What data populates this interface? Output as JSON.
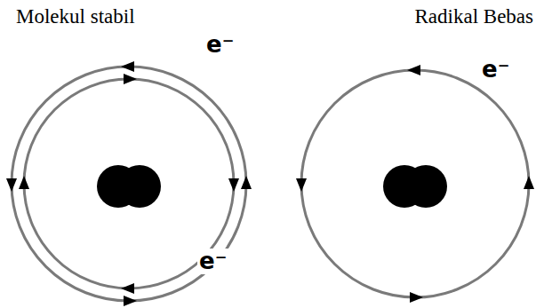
{
  "diagram": {
    "labels": [
      "Molekul stabil",
      "Radikal Bebas",
      "e⁻",
      "e⁻",
      "e⁻"
    ]
  }
}
